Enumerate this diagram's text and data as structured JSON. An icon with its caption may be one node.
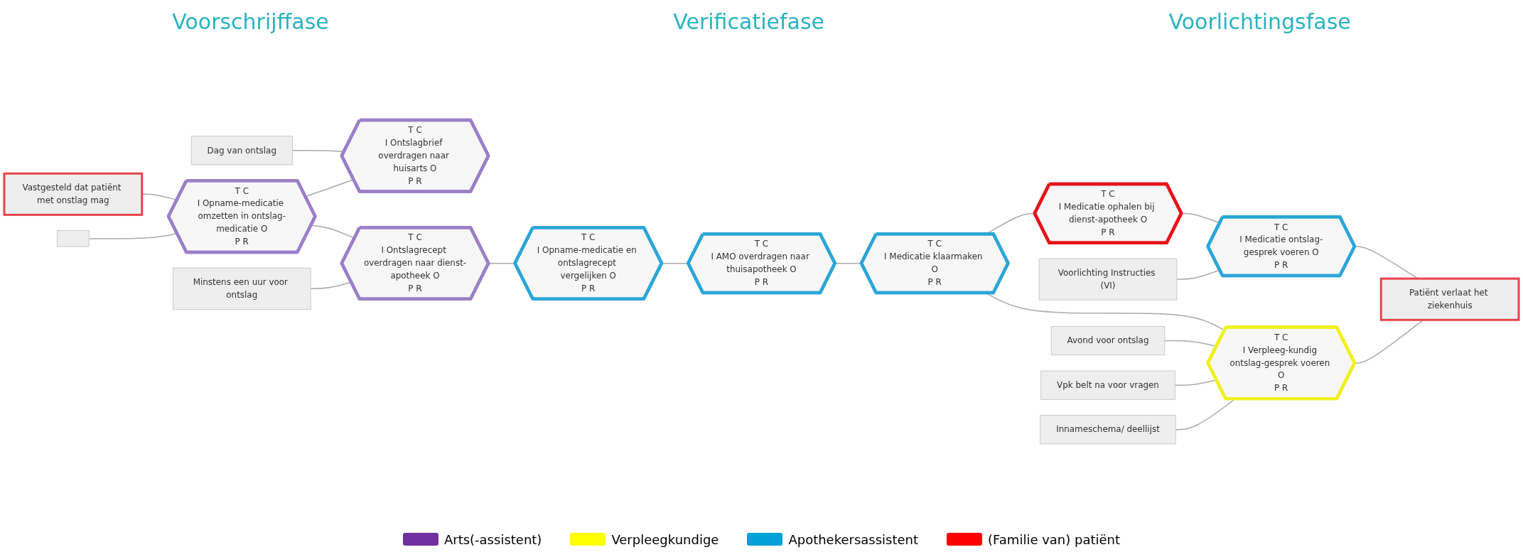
{
  "diagram": {
    "nodes": [
      {
        "text": [
          "Vastgesteld dat patiënt met onstlag mag"
        ]
      },
      {
        "text": [
          "Dag van ontslag"
        ]
      },
      {
        "text": [
          "T",
          "C",
          "I",
          "Ontslagbrief overdragen naar huisarts",
          "O",
          "P",
          "R"
        ]
      },
      {
        "text": [
          "Minstens een uur voor ontslag"
        ]
      },
      {
        "text": [
          "T",
          "C",
          "I",
          "Opname-medicatie omzetten in ontslag-medicatie",
          "O",
          "P",
          "R"
        ]
      },
      {
        "text": [
          "T",
          "C",
          "I",
          "Ontslagrecept overdragen naar dienst-apotheek",
          "O",
          "P",
          "R"
        ]
      },
      {
        "text": [],
        "shape": "box"
      },
      {
        "text": [
          "T",
          "C",
          "I",
          "Opname-medicatie en ontslagrecept vergelijken",
          "O",
          "P",
          "R"
        ]
      },
      {
        "text": [
          "T",
          "C",
          "I",
          "AMO overdragen naar thuisapotheek",
          "O",
          "P",
          "R"
        ]
      },
      {
        "text": [
          "T",
          "C",
          "I",
          "Medicatie klaarmaken",
          "O",
          "P",
          "R"
        ]
      },
      {
        "text": [
          "T",
          "C",
          "I",
          "Medicatie ophalen bij dienst-apotheek",
          "O",
          "P",
          "R"
        ]
      },
      {
        "text": [
          "T",
          "C",
          "I",
          "Medicatie ontslag-gesprek voeren",
          "O",
          "P",
          "R"
        ]
      },
      {
        "text": [
          "Voorlichting Instructies (VI)"
        ]
      },
      {
        "text": [
          "Patiënt verlaat het ziekenhuis"
        ]
      },
      {
        "text": [
          "Avond voor ontslag"
        ]
      },
      {
        "text": [
          "T",
          "C",
          "I",
          "Verpleeg-kundig ontslag-gesprek voeren",
          "O",
          "P",
          "R"
        ]
      },
      {
        "text": [
          "Vpk belt na voor vragen"
        ]
      },
      {
        "text": [
          "Innameschema/ deellijst"
        ]
      }
    ],
    "edges": [
      {
        "from": 0,
        "to": 4,
        "arrow": "none"
      },
      {
        "from": 1,
        "to": 2,
        "arrow": "none"
      },
      {
        "from": 4,
        "to": 2,
        "arrow": "none"
      },
      {
        "from": 4,
        "to": 5,
        "arrow": "none"
      },
      {
        "from": 3,
        "to": 5,
        "arrow": "none"
      },
      {
        "from": 6,
        "to": 4,
        "arrow": "none"
      },
      {
        "from": 5,
        "to": 7,
        "arrow": "none"
      },
      {
        "from": 7,
        "to": 8,
        "arrow": "none"
      },
      {
        "from": 8,
        "to": 9,
        "arrow": "none"
      },
      {
        "from": 9,
        "to": 10,
        "arrow": "none"
      },
      {
        "from": 9,
        "to": 15,
        "arrow": "none"
      },
      {
        "from": 10,
        "to": 11,
        "arrow": "none"
      },
      {
        "from": 11,
        "to": 13,
        "arrow": "none"
      },
      {
        "from": 12,
        "to": 11,
        "arrow": "none"
      },
      {
        "from": 14,
        "to": 15,
        "arrow": "none"
      },
      {
        "from": 15,
        "to": 13,
        "arrow": "none"
      },
      {
        "from": 16,
        "to": 15,
        "arrow": "none"
      },
      {
        "from": 17,
        "to": 15,
        "arrow": "none"
      }
    ],
    "labels": [
      "Voorschrijffase",
      "Verificatiefase",
      "Voorlichtingsfase"
    ],
    "legend": [
      {
        "text": "Arts(-assistent)",
        "color": "#7030a0"
      },
      {
        "text": "Verpleegkundige",
        "color": "#ffff00"
      },
      {
        "text": "Apothekersassistent",
        "color": "#00a0d8"
      },
      {
        "text": "(Familie van) patiënt",
        "color": "#ff0000"
      }
    ]
  }
}
